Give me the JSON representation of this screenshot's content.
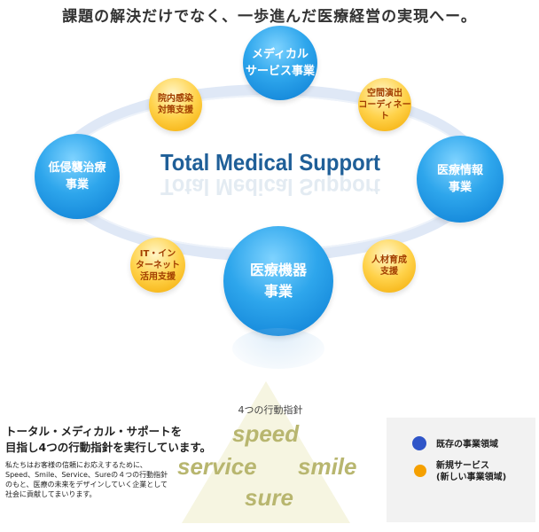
{
  "headline": "課題の解決だけでなく、一歩進んだ医療経営の実現へー。",
  "center_title": "Total Medical Support",
  "circles": {
    "medical_service": [
      "メディカル",
      "サービス事業"
    ],
    "medical_info": [
      "医療情報",
      "事業"
    ],
    "medical_device": [
      "医療機器",
      "事業"
    ],
    "low_invasive": [
      "低侵襲治療",
      "事業"
    ],
    "infection": [
      "院内感染",
      "対策支援"
    ],
    "space": [
      "空間演出",
      "コーディネート"
    ],
    "it_net": [
      "IT・イン",
      "ターネット",
      "活用支援"
    ],
    "hr": [
      "人材育成",
      "支援"
    ]
  },
  "guidelines": {
    "title": "4つの行動指針",
    "words": [
      "speed",
      "service",
      "smile",
      "sure"
    ]
  },
  "intro": {
    "line1": "トータル・メディカル・サポートを",
    "line2": "目指し4つの行動指針を実行しています。",
    "body": "私たちはお客様の信頼にお応えするために、Speed、Smile、Service、Sureの４つの行動指針のもと、医療の未来をデザインしていく企業として社会に貢献してまいります。"
  },
  "legend": {
    "existing": "既存の事業領域",
    "new_line1": "新規サービス",
    "new_line2": "(新しい事業領域)",
    "colors": {
      "existing": "#2f55c8",
      "new": "#f5a000"
    }
  }
}
